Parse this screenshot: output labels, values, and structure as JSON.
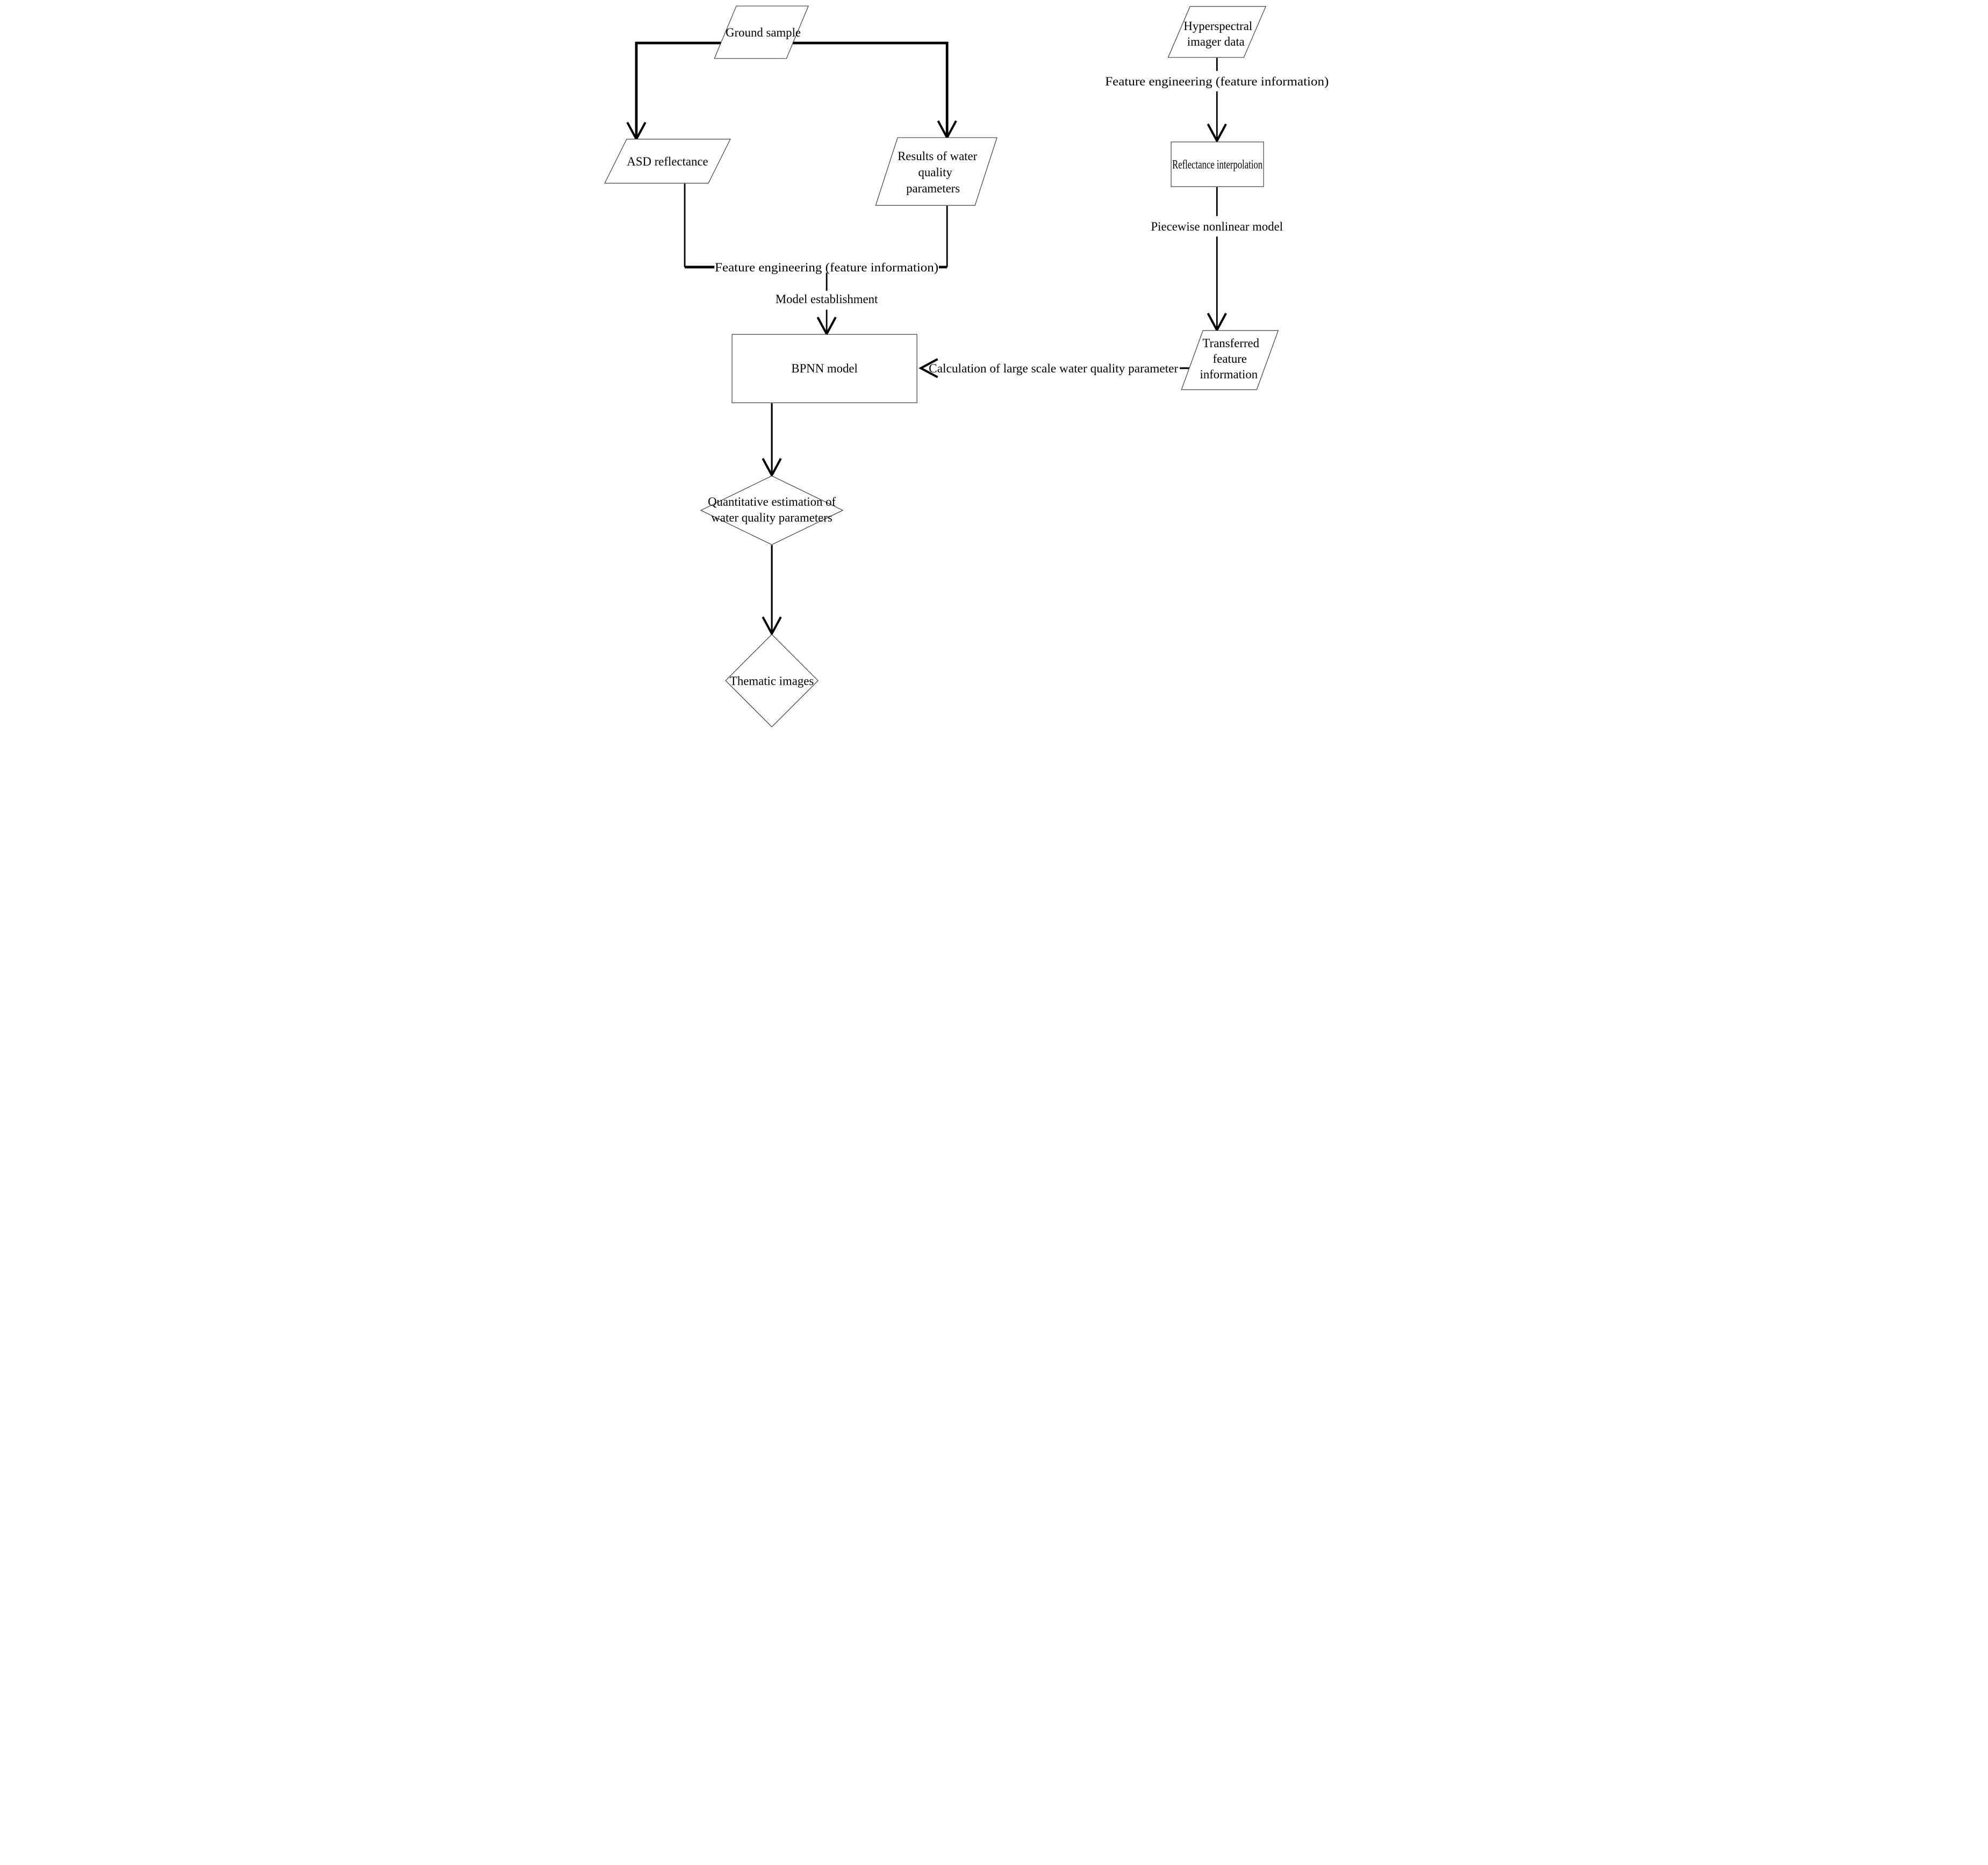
{
  "figure": {
    "background": "#ffffff",
    "connector_color": "#000000",
    "shape_outline_color": "#3d3d3d"
  },
  "nodes": {
    "ground_sample": {
      "label": "Ground sample",
      "shape": "parallelogram"
    },
    "asd_reflectance": {
      "label": "ASD reflectance",
      "shape": "parallelogram"
    },
    "results_water_quality": {
      "line1": "Results of water",
      "line2": "quality",
      "line3": "parameters",
      "shape": "parallelogram"
    },
    "bpnn_model": {
      "label": "BPNN model",
      "shape": "rectangle"
    },
    "quantitative_estimation": {
      "line1": "Quantitative estimation of",
      "line2": "water quality parameters",
      "shape": "diamond"
    },
    "thematic_images": {
      "label": "Thematic images",
      "shape": "diamond"
    },
    "hyperspectral_imager": {
      "line1": "Hyperspectral",
      "line2": "imager data",
      "shape": "parallelogram"
    },
    "reflectance_interpolation": {
      "label": "Reflectance interpolation",
      "shape": "rectangle"
    },
    "transferred_feature": {
      "line1": "Transferred",
      "line2": "feature",
      "line3": "information",
      "shape": "parallelogram"
    }
  },
  "edge_labels": {
    "feature_engineering_ground": "Feature engineering (feature information)",
    "model_establishment": "Model establishment",
    "feature_engineering_imager": "Feature engineering (feature information)",
    "piecewise_nonlinear_model": "Piecewise nonlinear model",
    "calculation_large_scale": "Calculation of large scale water quality parameter"
  }
}
